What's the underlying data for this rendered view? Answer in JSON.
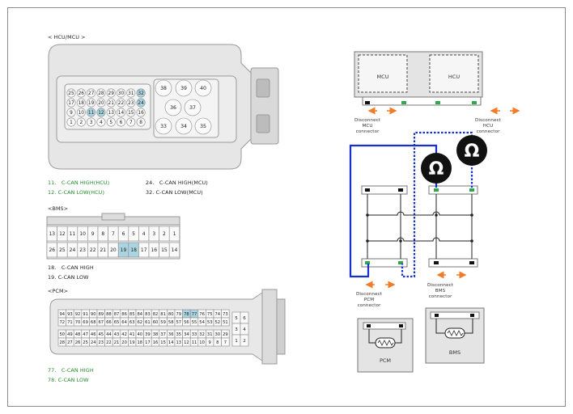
{
  "hcu_mcu": {
    "title": "< HCU/MCU      >",
    "pins_row1": [
      "25",
      "26",
      "27",
      "28",
      "29",
      "30",
      "31",
      "32"
    ],
    "pins_row2": [
      "17",
      "18",
      "19",
      "20",
      "21",
      "22",
      "23",
      "24"
    ],
    "pins_row3": [
      "9",
      "10",
      "11",
      "12",
      "13",
      "14",
      "15",
      "16"
    ],
    "pins_row4": [
      "1",
      "2",
      "3",
      "4",
      "5",
      "6",
      "7",
      "8"
    ],
    "big_pins": [
      "38",
      "39",
      "40",
      "36",
      "37",
      "33",
      "34",
      "35"
    ],
    "notes": [
      {
        "pin": "11.",
        "text": "C-CAN HIGH(HCU)"
      },
      {
        "pin": "12.",
        "text": "C-CAN LOW(HCU)"
      },
      {
        "pin": "24.",
        "text": "C-CAN HIGH(MCU)"
      },
      {
        "pin": "32.",
        "text": "C-CAN LOW(MCU)"
      }
    ]
  },
  "bms": {
    "title": "<BMS>",
    "pins_top": [
      "13",
      "12",
      "11",
      "10",
      "9",
      "8",
      "7",
      "6",
      "5",
      "4",
      "3",
      "2",
      "1"
    ],
    "pins_bottom": [
      "26",
      "25",
      "24",
      "23",
      "22",
      "21",
      "20",
      "19",
      "18",
      "17",
      "16",
      "15",
      "14"
    ],
    "notes": [
      {
        "pin": "18.",
        "text": "C-CAN HIGH"
      },
      {
        "pin": "19.",
        "text": "C-CAN LOW"
      }
    ]
  },
  "pcm": {
    "title": "<PCM>",
    "row1": [
      "94",
      "93",
      "92",
      "91",
      "90",
      "89",
      "88",
      "87",
      "86",
      "85",
      "84",
      "83",
      "82",
      "81",
      "80",
      "79",
      "78",
      "77",
      "76",
      "75",
      "74",
      "73"
    ],
    "row2": [
      "72",
      "71",
      "70",
      "69",
      "68",
      "67",
      "66",
      "65",
      "64",
      "63",
      "62",
      "61",
      "60",
      "59",
      "58",
      "57",
      "56",
      "55",
      "54",
      "53",
      "52",
      "51"
    ],
    "row3": [
      "50",
      "49",
      "48",
      "47",
      "46",
      "45",
      "44",
      "43",
      "42",
      "41",
      "40",
      "39",
      "38",
      "37",
      "36",
      "35",
      "34",
      "33",
      "32",
      "31",
      "30",
      "29"
    ],
    "row4": [
      "28",
      "27",
      "26",
      "25",
      "24",
      "23",
      "22",
      "21",
      "20",
      "19",
      "18",
      "17",
      "16",
      "15",
      "14",
      "13",
      "12",
      "11",
      "10",
      "9",
      "8",
      "7"
    ],
    "side": [
      "6",
      "5",
      "4",
      "3",
      "2",
      "1"
    ],
    "notes": [
      {
        "pin": "77.",
        "text": "C-CAN HIGH"
      },
      {
        "pin": "78.",
        "text": "C-CAN LOW"
      }
    ]
  },
  "circuit": {
    "mcu_label": "MCU",
    "hcu_label": "HCU",
    "pcm_label": "PCM",
    "bms_label": "BMS",
    "disc_mcu": "Disconnect\nMCU\nconnector",
    "disc_hcu": "Disconnect\nHCU\nconnector",
    "disc_pcm": "Disconnect\nPCM\nconnector",
    "disc_bms": "Disconnect\nBMS\nconnector",
    "ohm_symbol": "Ω"
  },
  "colors": {
    "green_text": "#1f8a2a",
    "highlight_pin": "#a9d4e0",
    "wire_blue": "#1530d0",
    "arrow_orange": "#f07c2a",
    "pin_green": "#2ea84a"
  }
}
